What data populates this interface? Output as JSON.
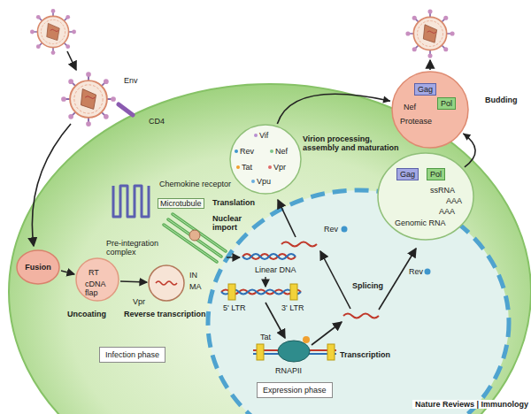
{
  "diagram": {
    "nodes": [
      {
        "text": [
          "Fusion"
        ]
      },
      {
        "text": [
          "Vif",
          "Rev",
          "Nef",
          "Tat",
          "Vpr",
          "Vpu"
        ]
      },
      {
        "text": [
          "Nef",
          "Protease"
        ]
      },
      {
        "text": [
          "Gag"
        ],
        "in": 2
      },
      {
        "text": [
          "Pol"
        ],
        "in": 2
      },
      {
        "text": [
          "ssRNA",
          "AAA",
          "AAA",
          "Genomic RNA"
        ]
      },
      {
        "text": [
          "Gag"
        ],
        "in": 5
      },
      {
        "text": [
          "Pol"
        ],
        "in": 5
      },
      {
        "text": [
          "Infection phase"
        ]
      },
      {
        "text": [
          "Expression phase"
        ]
      }
    ],
    "edges": [
      {
        "from": 1,
        "to": 2,
        "label": "Virion processing, assembly and maturation",
        "arrow": "to"
      },
      {
        "from": 5,
        "to": 2,
        "arrow": "to"
      }
    ],
    "labels": [
      "Env",
      "CD4",
      "Chemokine receptor",
      "Microtubule",
      "RT",
      "cDNA flap",
      "Pre-integration complex",
      "IN",
      "MA",
      "Vpr",
      "Uncoating",
      "Reverse transcription",
      "Nuclear import",
      "Linear DNA",
      "5' LTR",
      "3' LTR",
      "Tat",
      "RNAPII",
      "Transcription",
      "Splicing",
      "Rev",
      "Rev",
      "Translation",
      "Budding",
      "Nature Reviews | Immunology"
    ]
  }
}
